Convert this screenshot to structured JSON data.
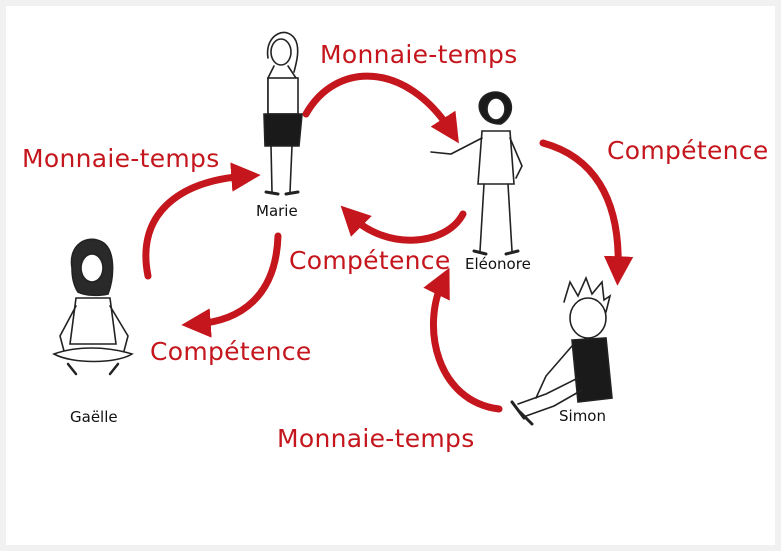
{
  "people": {
    "marie": "Marie",
    "eleonore": "Eléonore",
    "gaelle": "Gaëlle",
    "simon": "Simon"
  },
  "arrows": {
    "marie_to_eleonore": "Monnaie-temps",
    "gaelle_to_marie": "Monnaie-temps",
    "eleonore_to_simon": "Compétence",
    "eleonore_to_marie": "Compétence",
    "marie_to_gaelle": "Compétence",
    "simon_to_eleonore": "Monnaie-temps"
  },
  "colors": {
    "arrow": "#c4161c",
    "ink": "#111111"
  }
}
